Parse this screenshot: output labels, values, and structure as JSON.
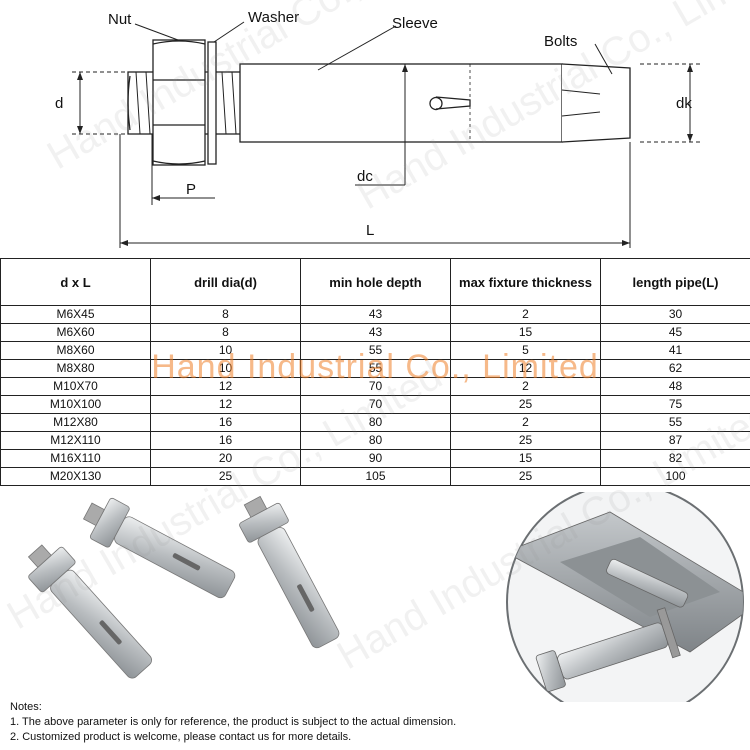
{
  "diagram": {
    "labels": {
      "nut": "Nut",
      "washer": "Washer",
      "sleeve": "Sleeve",
      "bolts": "Bolts",
      "d": "d",
      "dk": "dk",
      "dc": "dc",
      "p": "P",
      "l": "L"
    }
  },
  "table": {
    "headers": [
      "d x L",
      "drill dia(d)",
      "min hole depth",
      "max fixture thickness",
      "length pipe(L)"
    ],
    "rows": [
      [
        "M6X45",
        "8",
        "43",
        "2",
        "30"
      ],
      [
        "M6X60",
        "8",
        "43",
        "15",
        "45"
      ],
      [
        "M8X60",
        "10",
        "55",
        "5",
        "41"
      ],
      [
        "M8X80",
        "10",
        "55",
        "12",
        "62"
      ],
      [
        "M10X70",
        "12",
        "70",
        "2",
        "48"
      ],
      [
        "M10X100",
        "12",
        "70",
        "25",
        "75"
      ],
      [
        "M12X80",
        "16",
        "80",
        "2",
        "55"
      ],
      [
        "M12X110",
        "16",
        "80",
        "25",
        "87"
      ],
      [
        "M16X110",
        "20",
        "90",
        "15",
        "82"
      ],
      [
        "M20X130",
        "25",
        "105",
        "25",
        "100"
      ]
    ]
  },
  "notes": {
    "title": "Notes:",
    "items": [
      "1. The above parameter is only for reference, the product is subject to the actual dimension.",
      "2. Customized product is welcome, please contact us for more details."
    ]
  },
  "watermark": {
    "text": "Hand Industrial Co., Limited",
    "color": "#ee8028"
  },
  "colors": {
    "steel": "#c9ccce",
    "channel": "#9ea3a6",
    "line": "#222222"
  }
}
